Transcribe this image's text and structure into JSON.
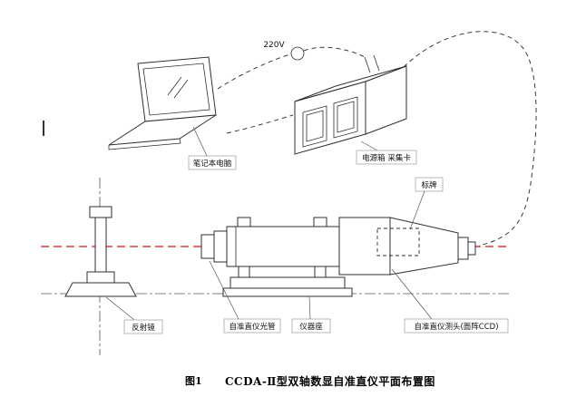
{
  "diagram": {
    "voltage": "220V",
    "labels": {
      "laptop": "笔记本电脑",
      "power_box": "电源箱 采集卡",
      "nameplate": "标牌",
      "reflector": "反射镜",
      "tube": "自准直仪光管",
      "instrument_base": "仪器座",
      "head": "自准直仪测头(面阵CCD)"
    },
    "caption": {
      "fig_no": "图1",
      "title": "CCDA-Ⅱ型双轴数显自准直仪平面布置图"
    },
    "colors": {
      "line": "#2f2f2f",
      "axis": "#e01010"
    }
  }
}
